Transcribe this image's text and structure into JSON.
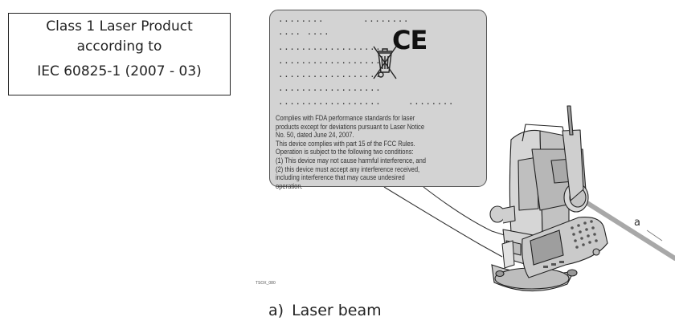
{
  "class_box": {
    "line1": "Class 1 Laser Product",
    "line2": "according to",
    "line3": "IEC 60825-1 (2007 - 03)"
  },
  "label_panel": {
    "symbols": [
      "ce-mark",
      "crossed-out-wheelie-bin-icon"
    ],
    "ce_mark": "CE",
    "text_lines": [
      "Complies with FDA performance standards for laser",
      "products except for deviations pursuant to Laser Notice",
      "No. 50, dated June 24, 2007.",
      "This device complies with part 15 of the FCC Rules.",
      "Operation is subject to the following two conditions:",
      "(1) This device may not cause harmful interference, and",
      "(2) this device must accept any interference received,",
      "including interference that may cause undesired",
      "operation."
    ]
  },
  "callout_a": "a",
  "figure_code": "TSOX_080",
  "caption": {
    "marker": "a)",
    "text": "Laser beam"
  },
  "colors": {
    "label_panel_fill": "#d3d3d3",
    "outline": "#222222"
  }
}
